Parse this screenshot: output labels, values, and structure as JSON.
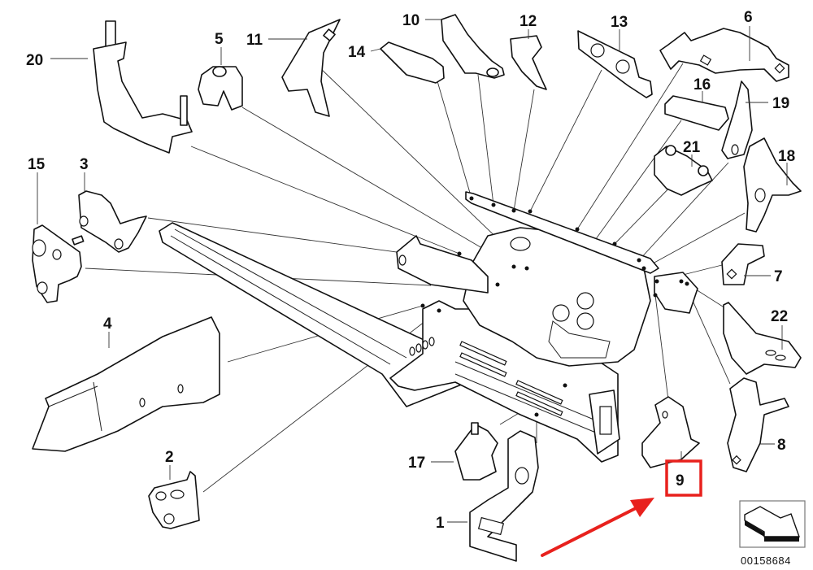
{
  "diagram": {
    "title": "Front body structure — exploded parts view",
    "diagram_id": "00158684",
    "highlighted_part": "9",
    "highlight_color": "#e8211d",
    "callouts": [
      {
        "id": "c1",
        "label": "1"
      },
      {
        "id": "c2",
        "label": "2"
      },
      {
        "id": "c3",
        "label": "3"
      },
      {
        "id": "c4",
        "label": "4"
      },
      {
        "id": "c5",
        "label": "5"
      },
      {
        "id": "c6",
        "label": "6"
      },
      {
        "id": "c7",
        "label": "7"
      },
      {
        "id": "c8",
        "label": "8"
      },
      {
        "id": "c9",
        "label": "9"
      },
      {
        "id": "c10",
        "label": "10"
      },
      {
        "id": "c11",
        "label": "11"
      },
      {
        "id": "c12",
        "label": "12"
      },
      {
        "id": "c13",
        "label": "13"
      },
      {
        "id": "c14",
        "label": "14"
      },
      {
        "id": "c15",
        "label": "15"
      },
      {
        "id": "c16",
        "label": "16"
      },
      {
        "id": "c17",
        "label": "17"
      },
      {
        "id": "c18",
        "label": "18"
      },
      {
        "id": "c19",
        "label": "19"
      },
      {
        "id": "c20",
        "label": "20"
      },
      {
        "id": "c21",
        "label": "21"
      },
      {
        "id": "c22",
        "label": "22"
      }
    ],
    "icons": {
      "orientation": "direction-arrow-icon",
      "pointer": "red-arrow-icon"
    }
  }
}
